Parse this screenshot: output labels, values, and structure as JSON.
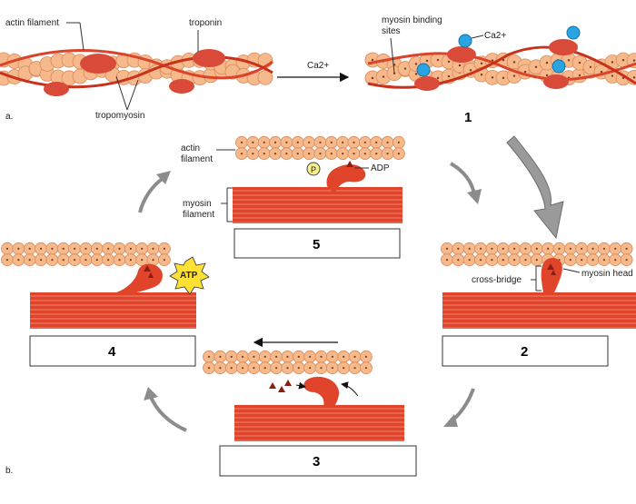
{
  "part_a": {
    "panel_label": "a.",
    "labels": {
      "actin_filament": "actin filament",
      "troponin": "troponin",
      "tropomyosin": "tropomyosin",
      "myosin_binding_sites": "myosin binding\nsites",
      "calcium_ion": "Ca2+",
      "arrow_label": "Ca2+"
    },
    "step_number": "1"
  },
  "part_b": {
    "panel_label": "b.",
    "labels": {
      "actin_filament": "actin\nfilament",
      "myosin_filament": "myosin\nfilament",
      "phosphate": "P",
      "adp": "ADP",
      "atp": "ATP",
      "cross_bridge": "cross-bridge",
      "myosin_head": "myosin head"
    },
    "steps": {
      "step2": "2",
      "step3": "3",
      "step4": "4",
      "step5": "5"
    }
  },
  "colors": {
    "actin_bead": "#f6b98b",
    "actin_bead_stroke": "#d98a5a",
    "strand": "#d9442b",
    "troponin": "#d94a38",
    "myosin": "#e0452b",
    "myosin_line": "#f2836e",
    "calcium": "#29a4e0",
    "atp_burst": "#ffe033",
    "phosphate_fill": "#f7ef8c",
    "grey_arrow": "#8c8c8c",
    "triangle": "#8b1e10"
  }
}
